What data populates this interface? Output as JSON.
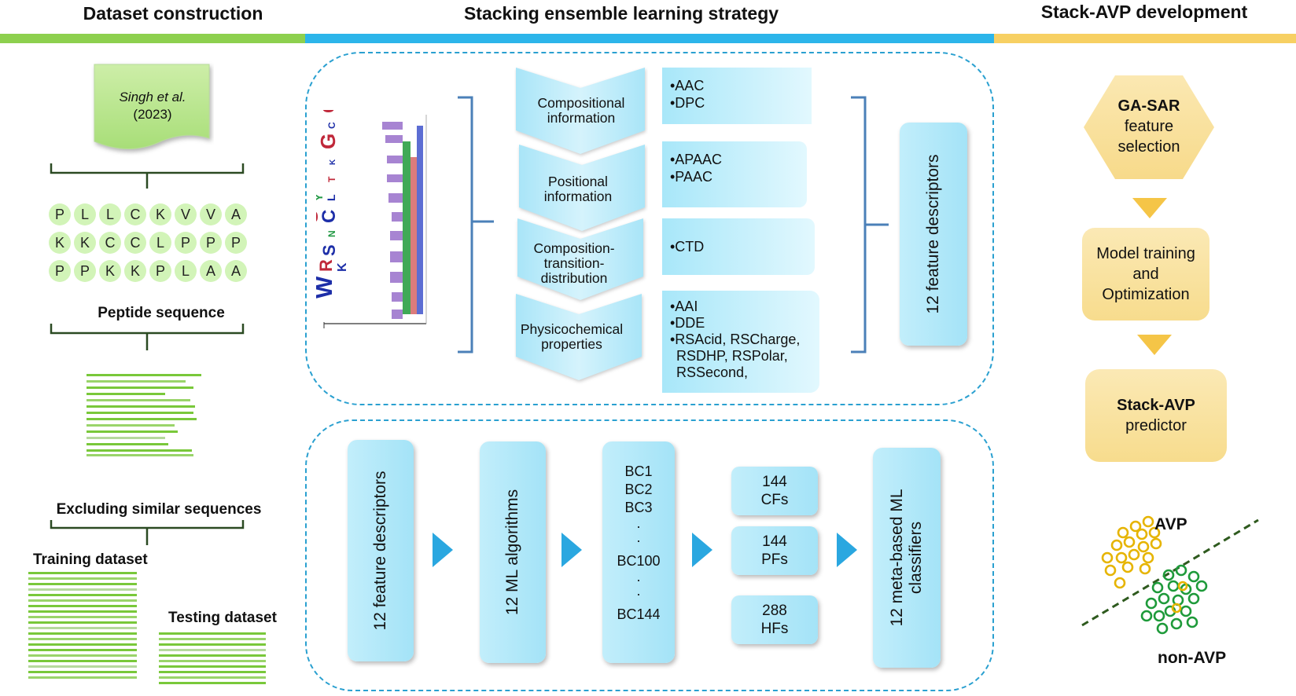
{
  "headers": {
    "left": "Dataset construction",
    "middle": "Stacking ensemble learning strategy",
    "right": "Stack-AVP development"
  },
  "colors": {
    "green": "#8dd04e",
    "blue": "#2cb5ea",
    "yellow": "#f7d063"
  },
  "dataset": {
    "source_line1": "Singh et al.",
    "source_line2": "(2023)",
    "peptide_rows": [
      [
        "P",
        "L",
        "L",
        "C",
        "K",
        "V",
        "V",
        "A"
      ],
      [
        "K",
        "K",
        "C",
        "C",
        "L",
        "P",
        "P",
        "P"
      ],
      [
        "P",
        "P",
        "K",
        "K",
        "P",
        "L",
        "A",
        "A"
      ]
    ],
    "peptide_label": "Peptide sequence",
    "excluding_label": "Excluding similar sequences",
    "training_label": "Training dataset",
    "testing_label": "Testing dataset"
  },
  "features": {
    "groups": [
      {
        "label": "Compositional information",
        "items": [
          "•AAC",
          "•DPC"
        ]
      },
      {
        "label": "Positional information",
        "items": [
          "•APAAC",
          "•PAAC"
        ]
      },
      {
        "label": "Composition-transition-distribution",
        "items": [
          "•CTD"
        ]
      },
      {
        "label": "Physicochemical properties",
        "items": [
          "•AAI",
          "•DDE",
          "•RSAcid, RSCharge,",
          "RSDHP, RSPolar,",
          "RSSecond,"
        ]
      }
    ],
    "result_box": "12 feature descriptors"
  },
  "pipeline": {
    "descriptors": "12 feature descriptors",
    "algorithms": "12 ML algorithms",
    "base_classifiers": [
      "BC1",
      "BC2",
      "BC3",
      ".",
      ".",
      "BC100",
      ".",
      ".",
      "BC144"
    ],
    "feature_sets": [
      {
        "count": "144",
        "name": "CFs"
      },
      {
        "count": "144",
        "name": "PFs"
      },
      {
        "count": "288",
        "name": "HFs"
      }
    ],
    "meta_line1": "12 meta-based ML",
    "meta_line2": "classifiers"
  },
  "development": {
    "step1": [
      "GA-SAR",
      "feature",
      "selection"
    ],
    "step2": [
      "Model training",
      "and",
      "Optimization"
    ],
    "step3": [
      "Stack-AVP",
      "predictor"
    ],
    "avp_label": "AVP",
    "non_avp_label": "non-AVP"
  }
}
